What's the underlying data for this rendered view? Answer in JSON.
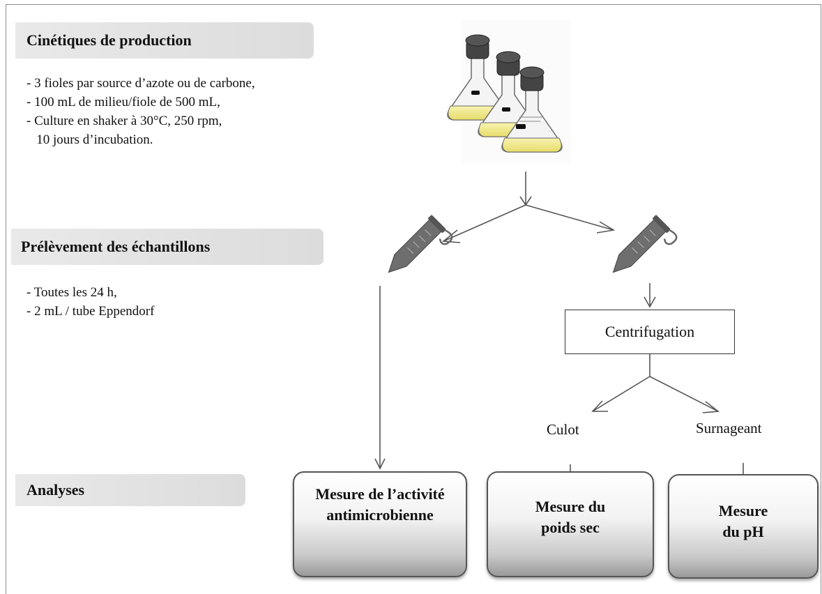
{
  "stages": {
    "production": {
      "title": "Cinétiques de production",
      "bullets": [
        "- 3 fioles par source d’azote ou de carbone,",
        "- 100 mL de milieu/fiole de 500 mL,",
        "- Culture en shaker à 30°C, 250 rpm,",
        "   10 jours d’incubation."
      ]
    },
    "sampling": {
      "title": "Prélèvement des échantillons",
      "bullets": [
        "- Toutes les 24 h,",
        "- 2 mL / tube Eppendorf"
      ]
    },
    "analyses": {
      "title": "Analyses"
    }
  },
  "process": {
    "centrifugation": "Centrifugation",
    "culot": "Culot",
    "surnageant": "Surnageant"
  },
  "results": {
    "antimicrobial": [
      "Mesure de l’activité",
      "antimicrobienne"
    ],
    "dry_weight": [
      "Mesure du",
      "poids sec"
    ],
    "ph": [
      "Mesure",
      "du pH"
    ]
  },
  "icons": {
    "flasks": "erlenmeyer-flasks-icon",
    "tube": "eppendorf-tube-icon"
  },
  "colors": {
    "arrow": "#555555",
    "label_bg": "#e4e4e4",
    "medium": "#f3ee9a",
    "tube": "#6e6e6e"
  }
}
